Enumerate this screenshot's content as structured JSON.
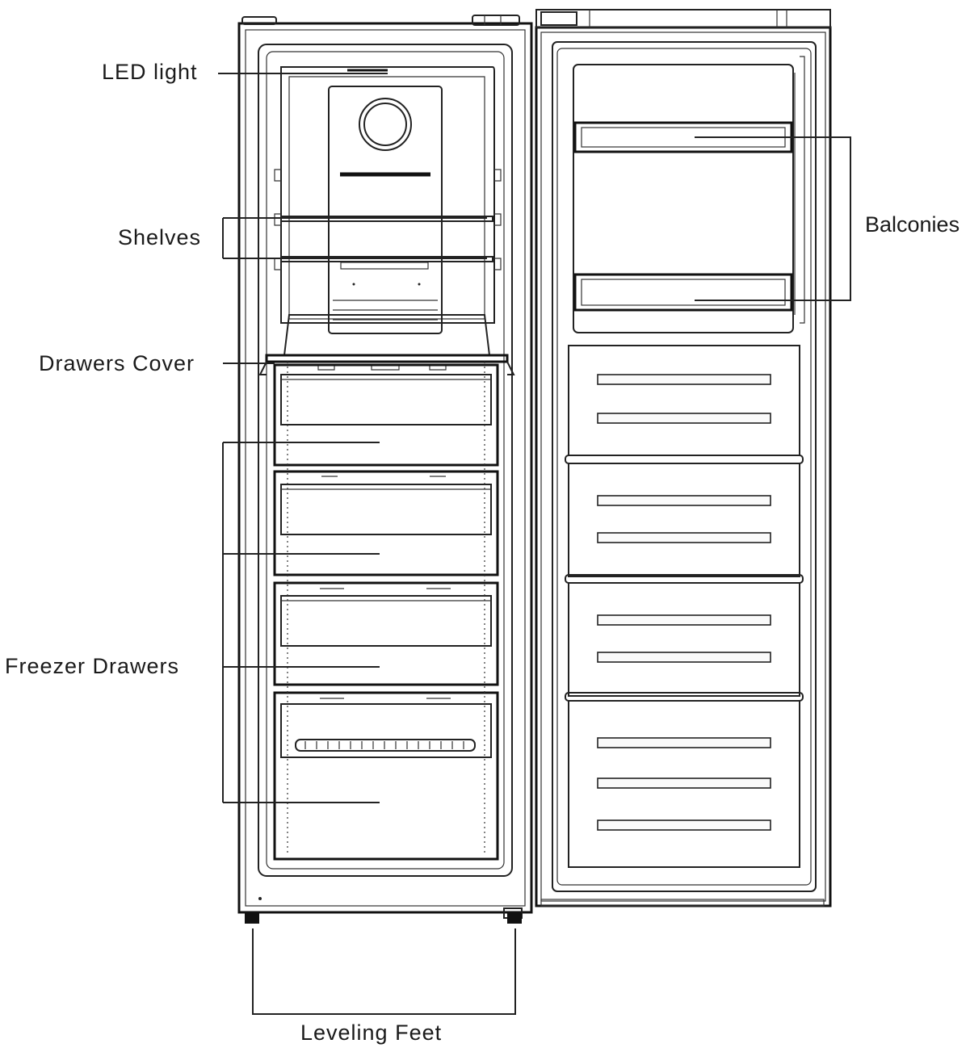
{
  "labels": {
    "led_light": "LED light",
    "shelves": "Shelves",
    "drawers_cover": "Drawers Cover",
    "freezer_drawers": "Freezer Drawers",
    "balconies": "Balconies",
    "leveling_feet": "Leveling Feet"
  }
}
